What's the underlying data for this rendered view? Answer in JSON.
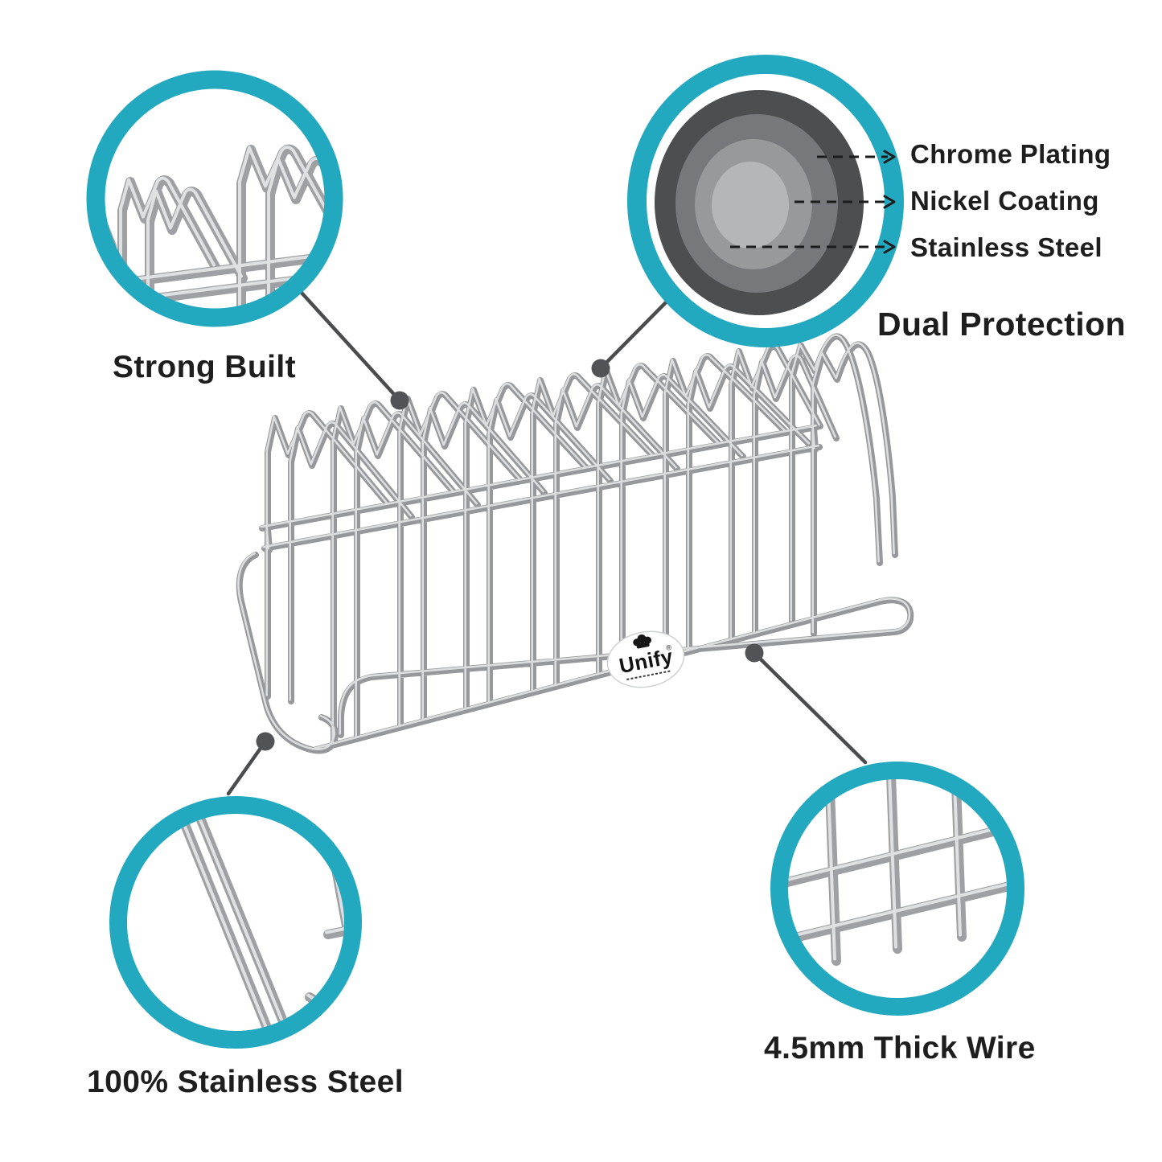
{
  "colors": {
    "accent_teal": "#23A9BF",
    "wire_gray": "#96989B",
    "connector_gray": "#4B4C4E",
    "plating_grays": [
      "#4D4E50",
      "#77787B",
      "#98999B",
      "#B4B6B8"
    ]
  },
  "callouts": {
    "strong_built": {
      "label": "Strong Built"
    },
    "dual_protection": {
      "title": "Dual Protection",
      "layers": [
        "Chrome Plating",
        "Nickel Coating",
        "Stainless Steel"
      ]
    },
    "stainless_steel": {
      "label": "100% Stainless Steel"
    },
    "thick_wire": {
      "label": "4.5mm Thick Wire"
    }
  },
  "logo": {
    "brand": "Unify",
    "registered_mark": "®"
  }
}
